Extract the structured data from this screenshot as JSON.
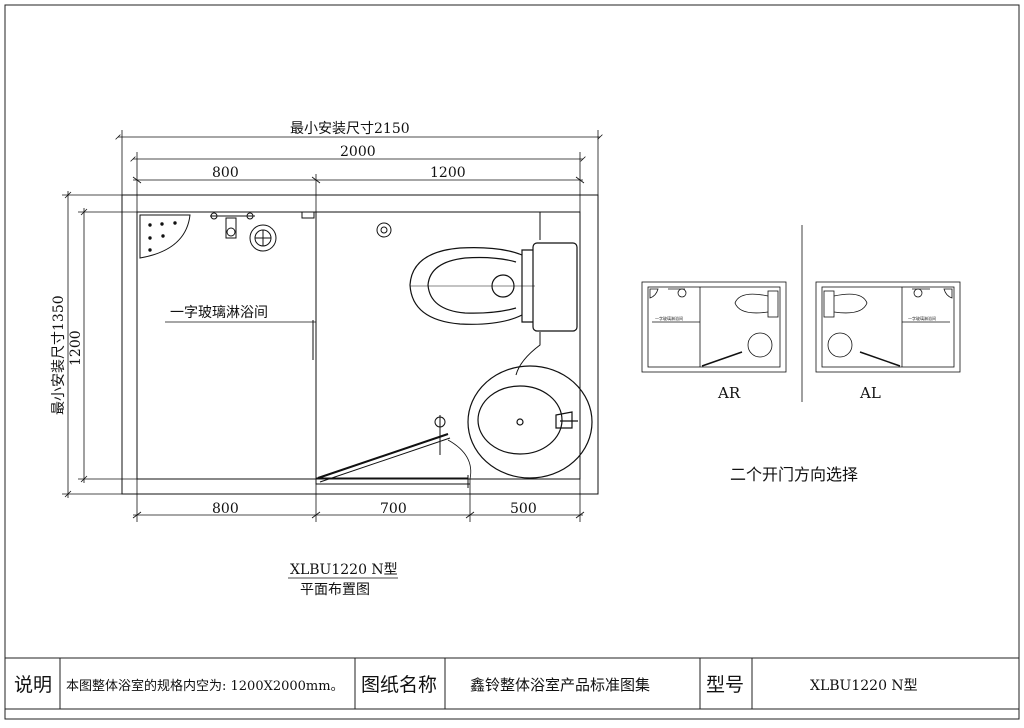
{
  "plan": {
    "overall_label": "最小安装尺寸2150",
    "inner_width": "2000",
    "top_left": "800",
    "top_right": "1200",
    "bottom_left": "800",
    "bottom_mid": "700",
    "bottom_right": "500",
    "side_overall": "最小安装尺寸1350",
    "side_inner": "1200",
    "shower_label": "一字玻璃淋浴间"
  },
  "caption": {
    "model": "XLBU1220 N型",
    "subtitle": "平面布置图"
  },
  "variants": {
    "ar_label": "AR",
    "al_label": "AL",
    "ar_small_text": "一字玻璃淋浴间",
    "al_small_text": "一字玻璃淋浴间",
    "note": "二个开门方向选择"
  },
  "title_block": {
    "desc_label": "说明",
    "desc_text": "本图整体浴室的规格内空为: 1200X2000mm。",
    "name_label": "图纸名称",
    "name_text": "鑫铃整体浴室产品标准图集",
    "model_label": "型号",
    "model_text": "XLBU1220 N型"
  }
}
